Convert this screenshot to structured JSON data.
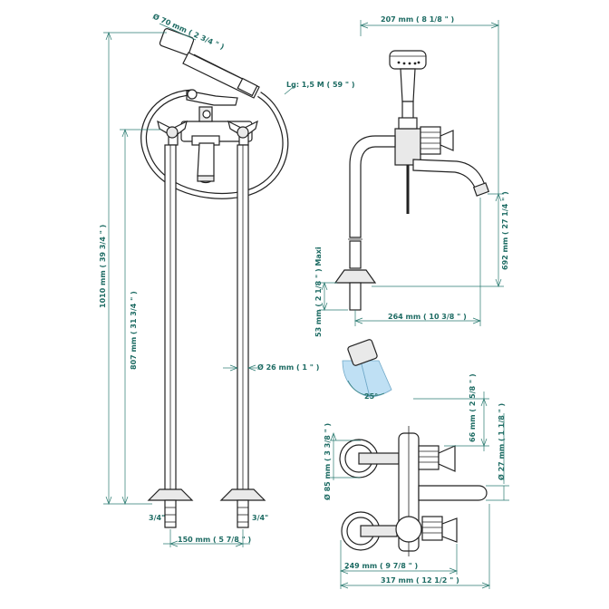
{
  "drawing": {
    "front_view": {
      "hand_shower_diameter": "Ø 70 mm ( 2 3/4 \" )",
      "hose_length": "Lg: 1,5 M ( 59 \" )",
      "total_height": "1010 mm ( 39 3/4 \" )",
      "column_height": "807 mm ( 31 3/4 \" )",
      "pipe_diameter": "Ø 26 mm ( 1 \" )",
      "left_connection": "3/4\"",
      "right_connection": "3/4\"",
      "pipe_spacing": "150 mm ( 5 7/8 \" )"
    },
    "side_view": {
      "top_width": "207 mm ( 8 1/8 \" )",
      "spout_height": "692 mm ( 27 1/4 \" )",
      "spout_reach": "264 mm ( 10 3/8 \" )",
      "base_max": "53 mm ( 2 1/8 \" ) Maxi",
      "swivel_angle": "25°"
    },
    "top_view": {
      "flange_diameter": "Ø 85 mm ( 3 3/8 \" )",
      "offset_66": "66 mm ( 2 5/8 \" )",
      "spout_diameter": "Ø 27 mm ( 1 1/8 \" )",
      "width_249": "249 mm ( 9 7/8 \" )",
      "width_317": "317 mm ( 12 1/2 \" )"
    }
  }
}
